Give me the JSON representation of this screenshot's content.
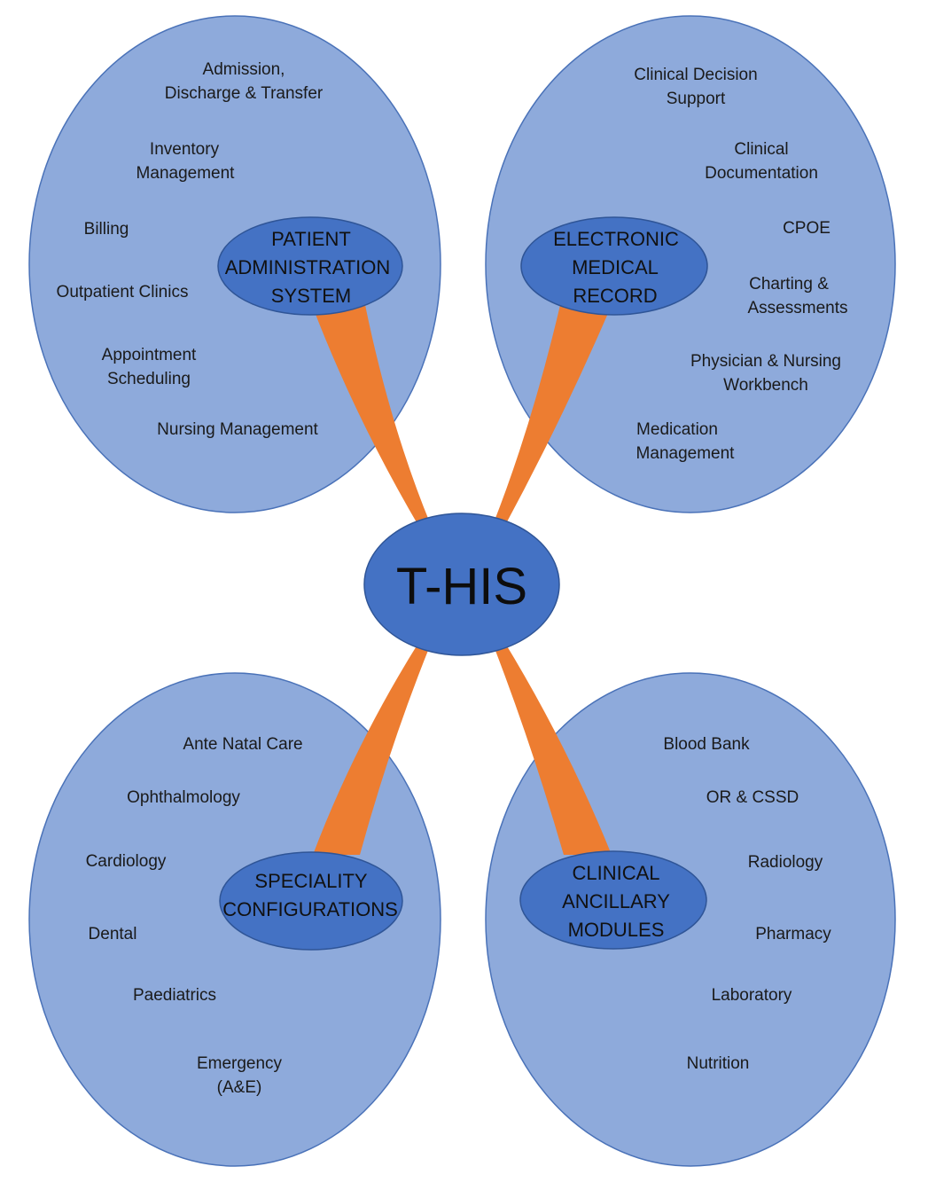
{
  "center": {
    "label": "T-HIS"
  },
  "colors": {
    "outer_fill": "#8eaadb",
    "hub_fill": "#4472c4",
    "connector": "#ed7d31",
    "background": "#ffffff"
  },
  "clusters": [
    {
      "id": "patient-administration",
      "hub_lines": [
        "PATIENT",
        "ADMINISTRATION",
        "SYSTEM"
      ],
      "items": [
        [
          "Admission,",
          "Discharge & Transfer"
        ],
        [
          "Inventory",
          "Management"
        ],
        [
          "Billing"
        ],
        [
          "Outpatient Clinics"
        ],
        [
          "Appointment",
          "Scheduling"
        ],
        [
          "Nursing Management"
        ]
      ]
    },
    {
      "id": "electronic-medical-record",
      "hub_lines": [
        "ELECTRONIC",
        "MEDICAL",
        "RECORD"
      ],
      "items": [
        [
          "Clinical Decision",
          "Support"
        ],
        [
          "Clinical",
          "Documentation"
        ],
        [
          "CPOE"
        ],
        [
          "Charting &",
          "Assessments"
        ],
        [
          "Physician & Nursing",
          "Workbench"
        ],
        [
          "Medication",
          "Management"
        ]
      ]
    },
    {
      "id": "speciality-configurations",
      "hub_lines": [
        "SPECIALITY",
        "CONFIGURATIONS"
      ],
      "items": [
        [
          "Ante Natal Care"
        ],
        [
          "Ophthalmology"
        ],
        [
          "Cardiology"
        ],
        [
          "Dental"
        ],
        [
          "Paediatrics"
        ],
        [
          "Emergency",
          "(A&E)"
        ]
      ]
    },
    {
      "id": "clinical-ancillary-modules",
      "hub_lines": [
        "CLINICAL",
        "ANCILLARY",
        "MODULES"
      ],
      "items": [
        [
          "Blood Bank"
        ],
        [
          "OR & CSSD"
        ],
        [
          "Radiology"
        ],
        [
          "Pharmacy"
        ],
        [
          "Laboratory"
        ],
        [
          "Nutrition"
        ]
      ]
    }
  ]
}
